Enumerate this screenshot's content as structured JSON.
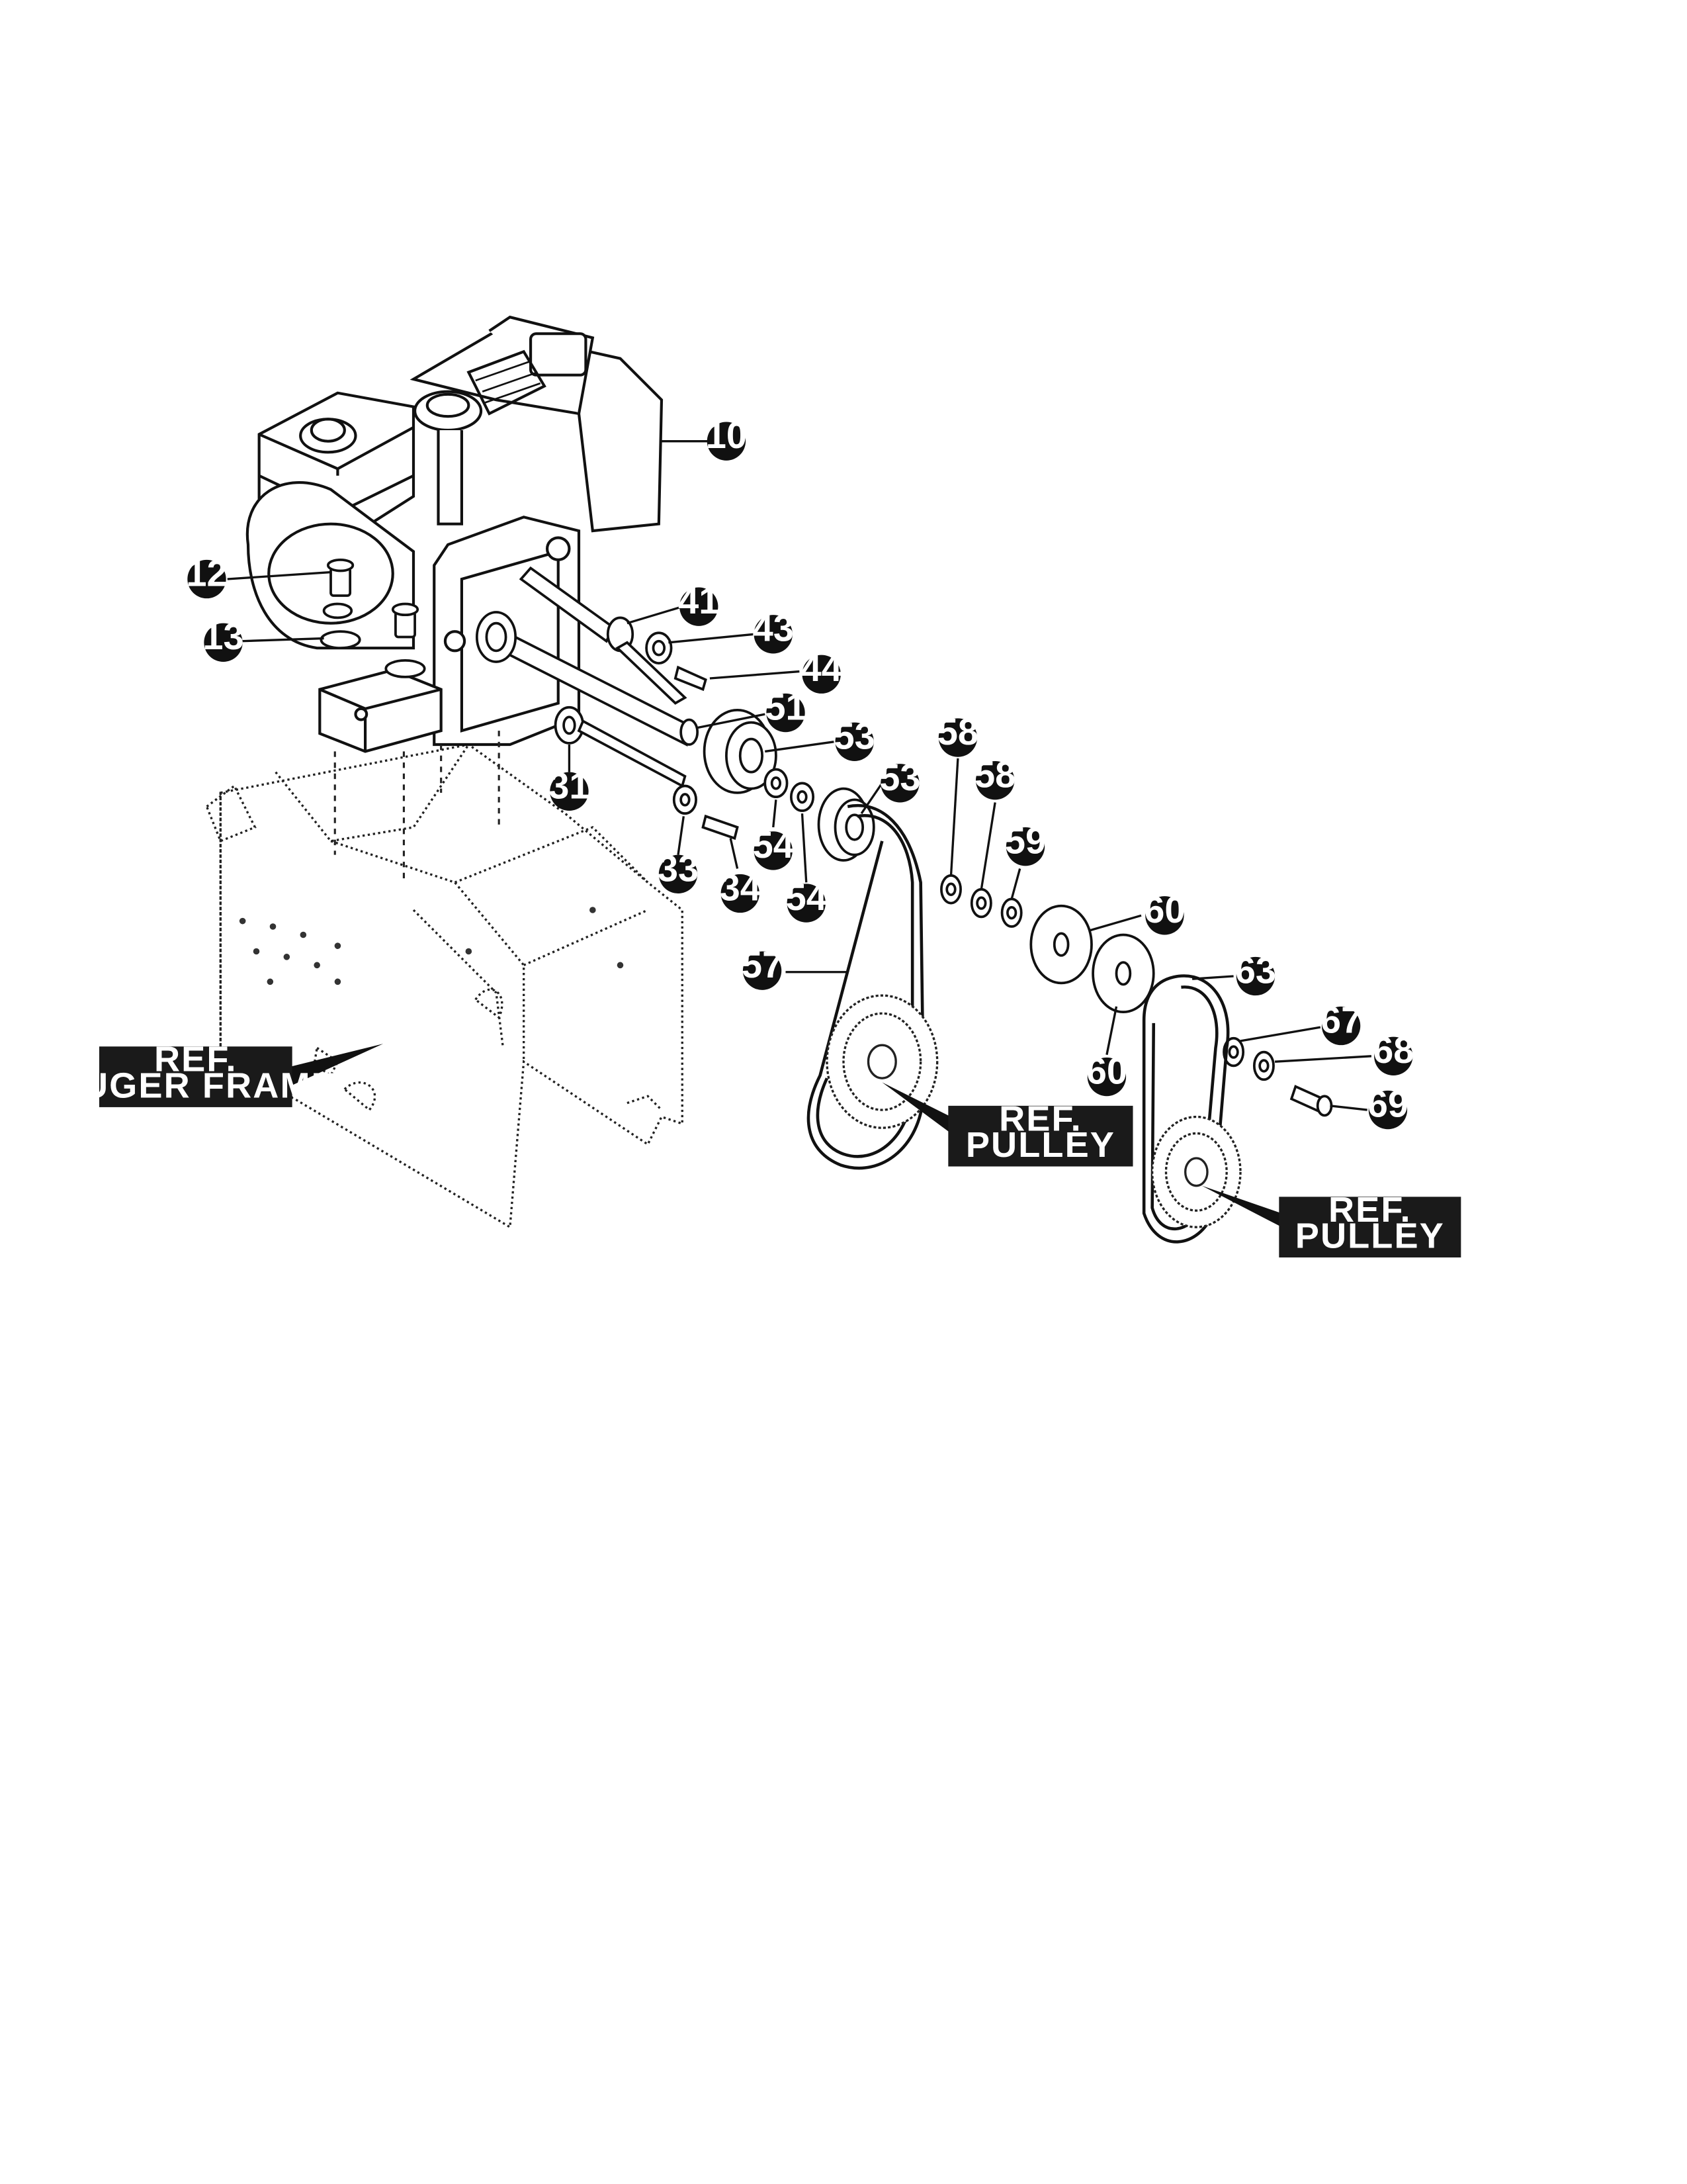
{
  "callouts": [
    {
      "id": "10",
      "label": "10"
    },
    {
      "id": "12",
      "label": "12"
    },
    {
      "id": "13",
      "label": "13"
    },
    {
      "id": "41",
      "label": "41"
    },
    {
      "id": "43",
      "label": "43"
    },
    {
      "id": "44",
      "label": "44"
    },
    {
      "id": "51",
      "label": "51"
    },
    {
      "id": "53a",
      "label": "53"
    },
    {
      "id": "53b",
      "label": "53"
    },
    {
      "id": "31",
      "label": "31"
    },
    {
      "id": "33",
      "label": "33"
    },
    {
      "id": "34",
      "label": "34"
    },
    {
      "id": "54a",
      "label": "54"
    },
    {
      "id": "54b",
      "label": "54"
    },
    {
      "id": "58a",
      "label": "58"
    },
    {
      "id": "58b",
      "label": "58"
    },
    {
      "id": "59",
      "label": "59"
    },
    {
      "id": "60a",
      "label": "60"
    },
    {
      "id": "60b",
      "label": "60"
    },
    {
      "id": "57",
      "label": "57"
    },
    {
      "id": "63",
      "label": "63"
    },
    {
      "id": "67",
      "label": "67"
    },
    {
      "id": "68",
      "label": "68"
    },
    {
      "id": "69",
      "label": "69"
    }
  ],
  "ref_labels": [
    {
      "id": "auger_frame",
      "line1": "REF.",
      "line2": "AUGER FRAME"
    },
    {
      "id": "pulley_1",
      "line1": "REF.",
      "line2": "PULLEY"
    },
    {
      "id": "pulley_2",
      "line1": "REF.",
      "line2": "PULLEY"
    }
  ]
}
